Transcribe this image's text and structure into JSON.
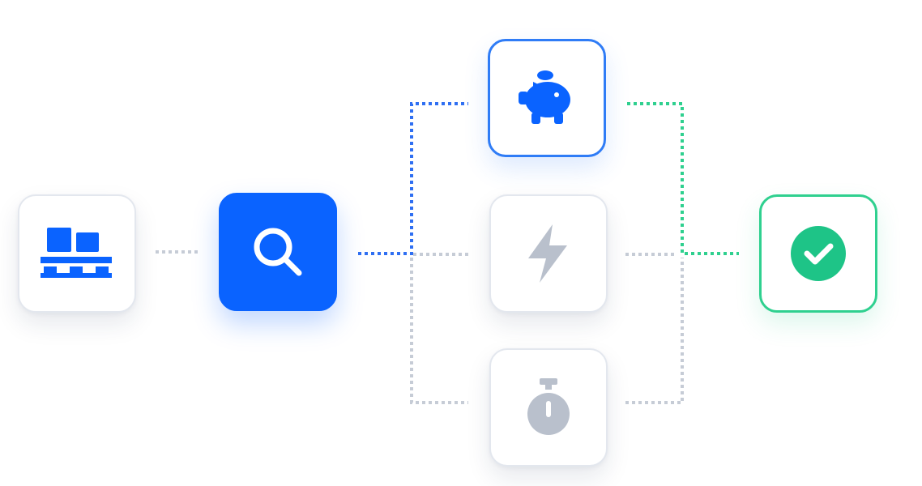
{
  "colors": {
    "blue": "#0a63ff",
    "blue_border": "#2f7cf6",
    "green": "#1ec487",
    "green_border": "#2fd08f",
    "gray_icon": "#b9c0cc",
    "gray_dots": "#c6ccd6",
    "card_border": "#e3e7ee"
  },
  "nodes": [
    {
      "id": "pallet",
      "icon": "pallet-boxes-icon",
      "state": "default"
    },
    {
      "id": "search",
      "icon": "search-icon",
      "state": "active"
    },
    {
      "id": "savings",
      "icon": "piggy-bank-icon",
      "state": "selected"
    },
    {
      "id": "fast",
      "icon": "lightning-bolt-icon",
      "state": "inactive"
    },
    {
      "id": "timer",
      "icon": "stopwatch-icon",
      "state": "inactive"
    },
    {
      "id": "done",
      "icon": "check-circle-icon",
      "state": "complete"
    }
  ],
  "connectors": [
    {
      "from": "pallet",
      "to": "search",
      "style": "gray"
    },
    {
      "from": "search",
      "to": "savings",
      "style": "blue"
    },
    {
      "from": "search",
      "to": "fast",
      "style": "gray"
    },
    {
      "from": "search",
      "to": "timer",
      "style": "gray"
    },
    {
      "from": "savings",
      "to": "done",
      "style": "green"
    },
    {
      "from": "fast",
      "to": "done",
      "style": "gray"
    },
    {
      "from": "timer",
      "to": "done",
      "style": "gray"
    }
  ]
}
